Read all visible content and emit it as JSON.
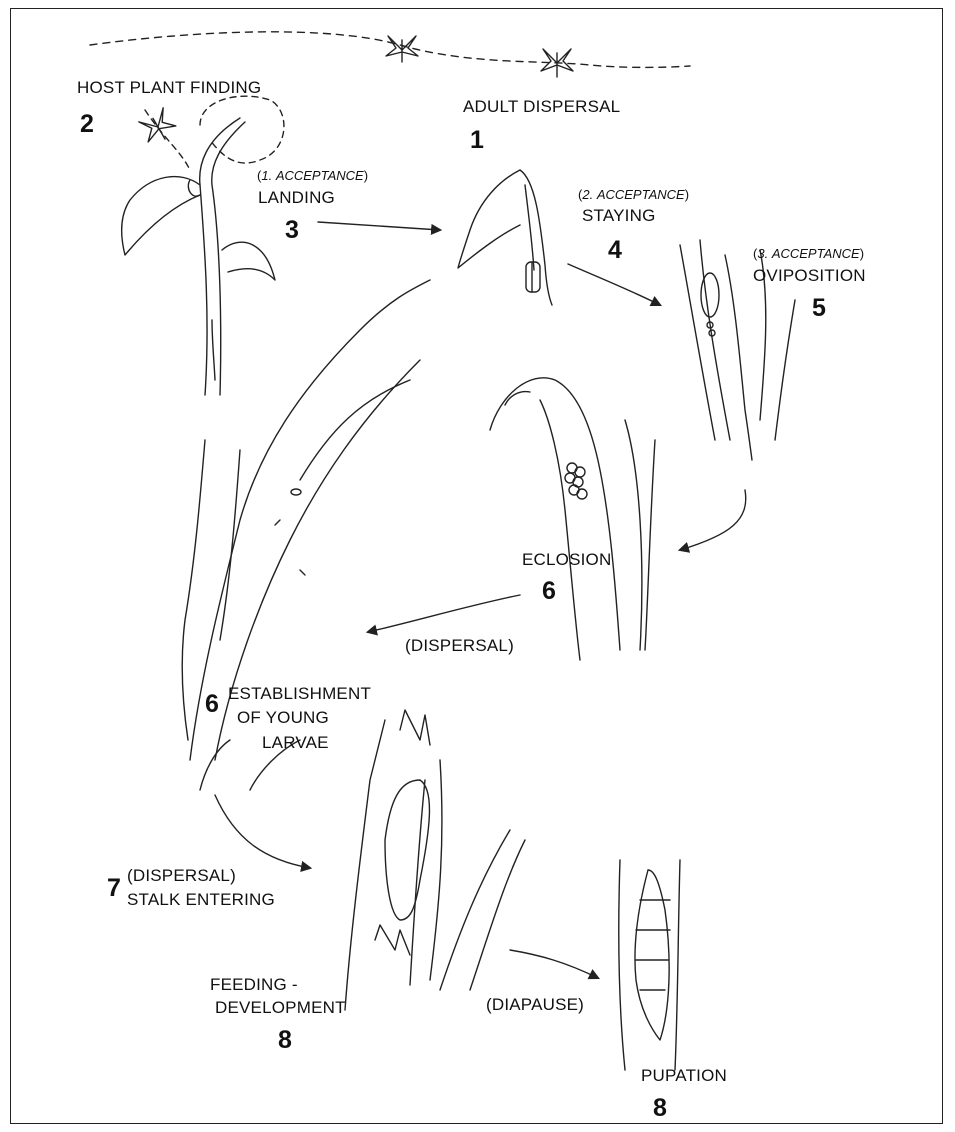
{
  "stages": {
    "adult_dispersal": {
      "label": "ADULT DISPERSAL",
      "number": "1"
    },
    "host_plant_finding": {
      "label": "HOST PLANT FINDING",
      "number": "2"
    },
    "landing": {
      "acceptance_num": "1.",
      "acceptance_word": "ACCEPTANCE",
      "label": "LANDING",
      "number": "3"
    },
    "staying": {
      "acceptance_num": "2.",
      "acceptance_word": "ACCEPTANCE",
      "label": "STAYING",
      "number": "4"
    },
    "oviposition": {
      "acceptance_num": "3.",
      "acceptance_word": "ACCEPTANCE",
      "label": "OVIPOSITION",
      "number": "5"
    },
    "eclosion": {
      "label": "ECLOSION",
      "number": "6"
    },
    "dispersal": {
      "label": "(DISPERSAL)"
    },
    "establishment": {
      "line1": "ESTABLISHMENT",
      "line2": "OF YOUNG",
      "line3": "LARVAE",
      "number": "6"
    },
    "stalk_entering": {
      "line1": "(DISPERSAL)",
      "line2": "STALK ENTERING",
      "number": "7"
    },
    "feeding": {
      "line1": "FEEDING -",
      "line2": "DEVELOPMENT",
      "number": "8"
    },
    "diapause": {
      "label": "(DIAPAUSE)"
    },
    "pupation": {
      "label": "PUPATION",
      "number": "8"
    }
  }
}
